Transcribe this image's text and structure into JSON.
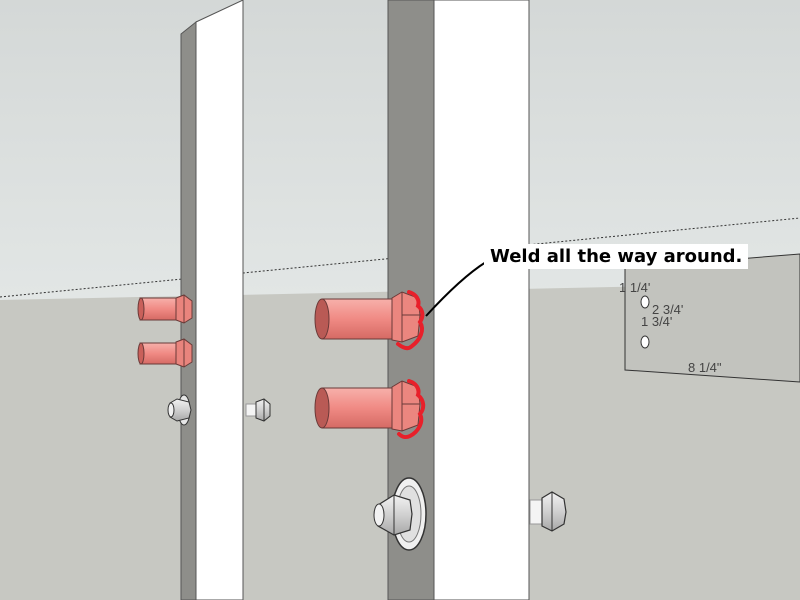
{
  "annotation": {
    "text": "Weld all the way around."
  },
  "dimensions": {
    "top_hole": "1 1/4'",
    "hole_spacing": "2 3/4'",
    "second_hole": "1 3/4'",
    "plate_width": "8 1/4\""
  },
  "colors": {
    "sky": "#d6dad9",
    "ground": "#c7c8c2",
    "post_white": "#ffffff",
    "post_dark": "#8e8e8a",
    "pipe": "#f08a84",
    "weld": "#e8202a",
    "plate": "#c2c3be"
  }
}
